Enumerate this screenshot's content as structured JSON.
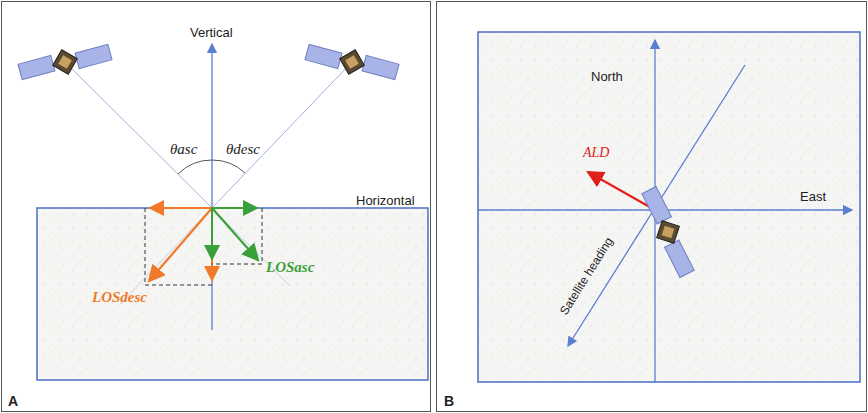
{
  "diagram": {
    "labels": [
      "Vertical",
      "Horizontal",
      "θasc",
      "θdesc",
      "LOSdesc",
      "LOSasc",
      "A",
      "North",
      "East",
      "ALD",
      "Satellite heading",
      "B"
    ]
  }
}
